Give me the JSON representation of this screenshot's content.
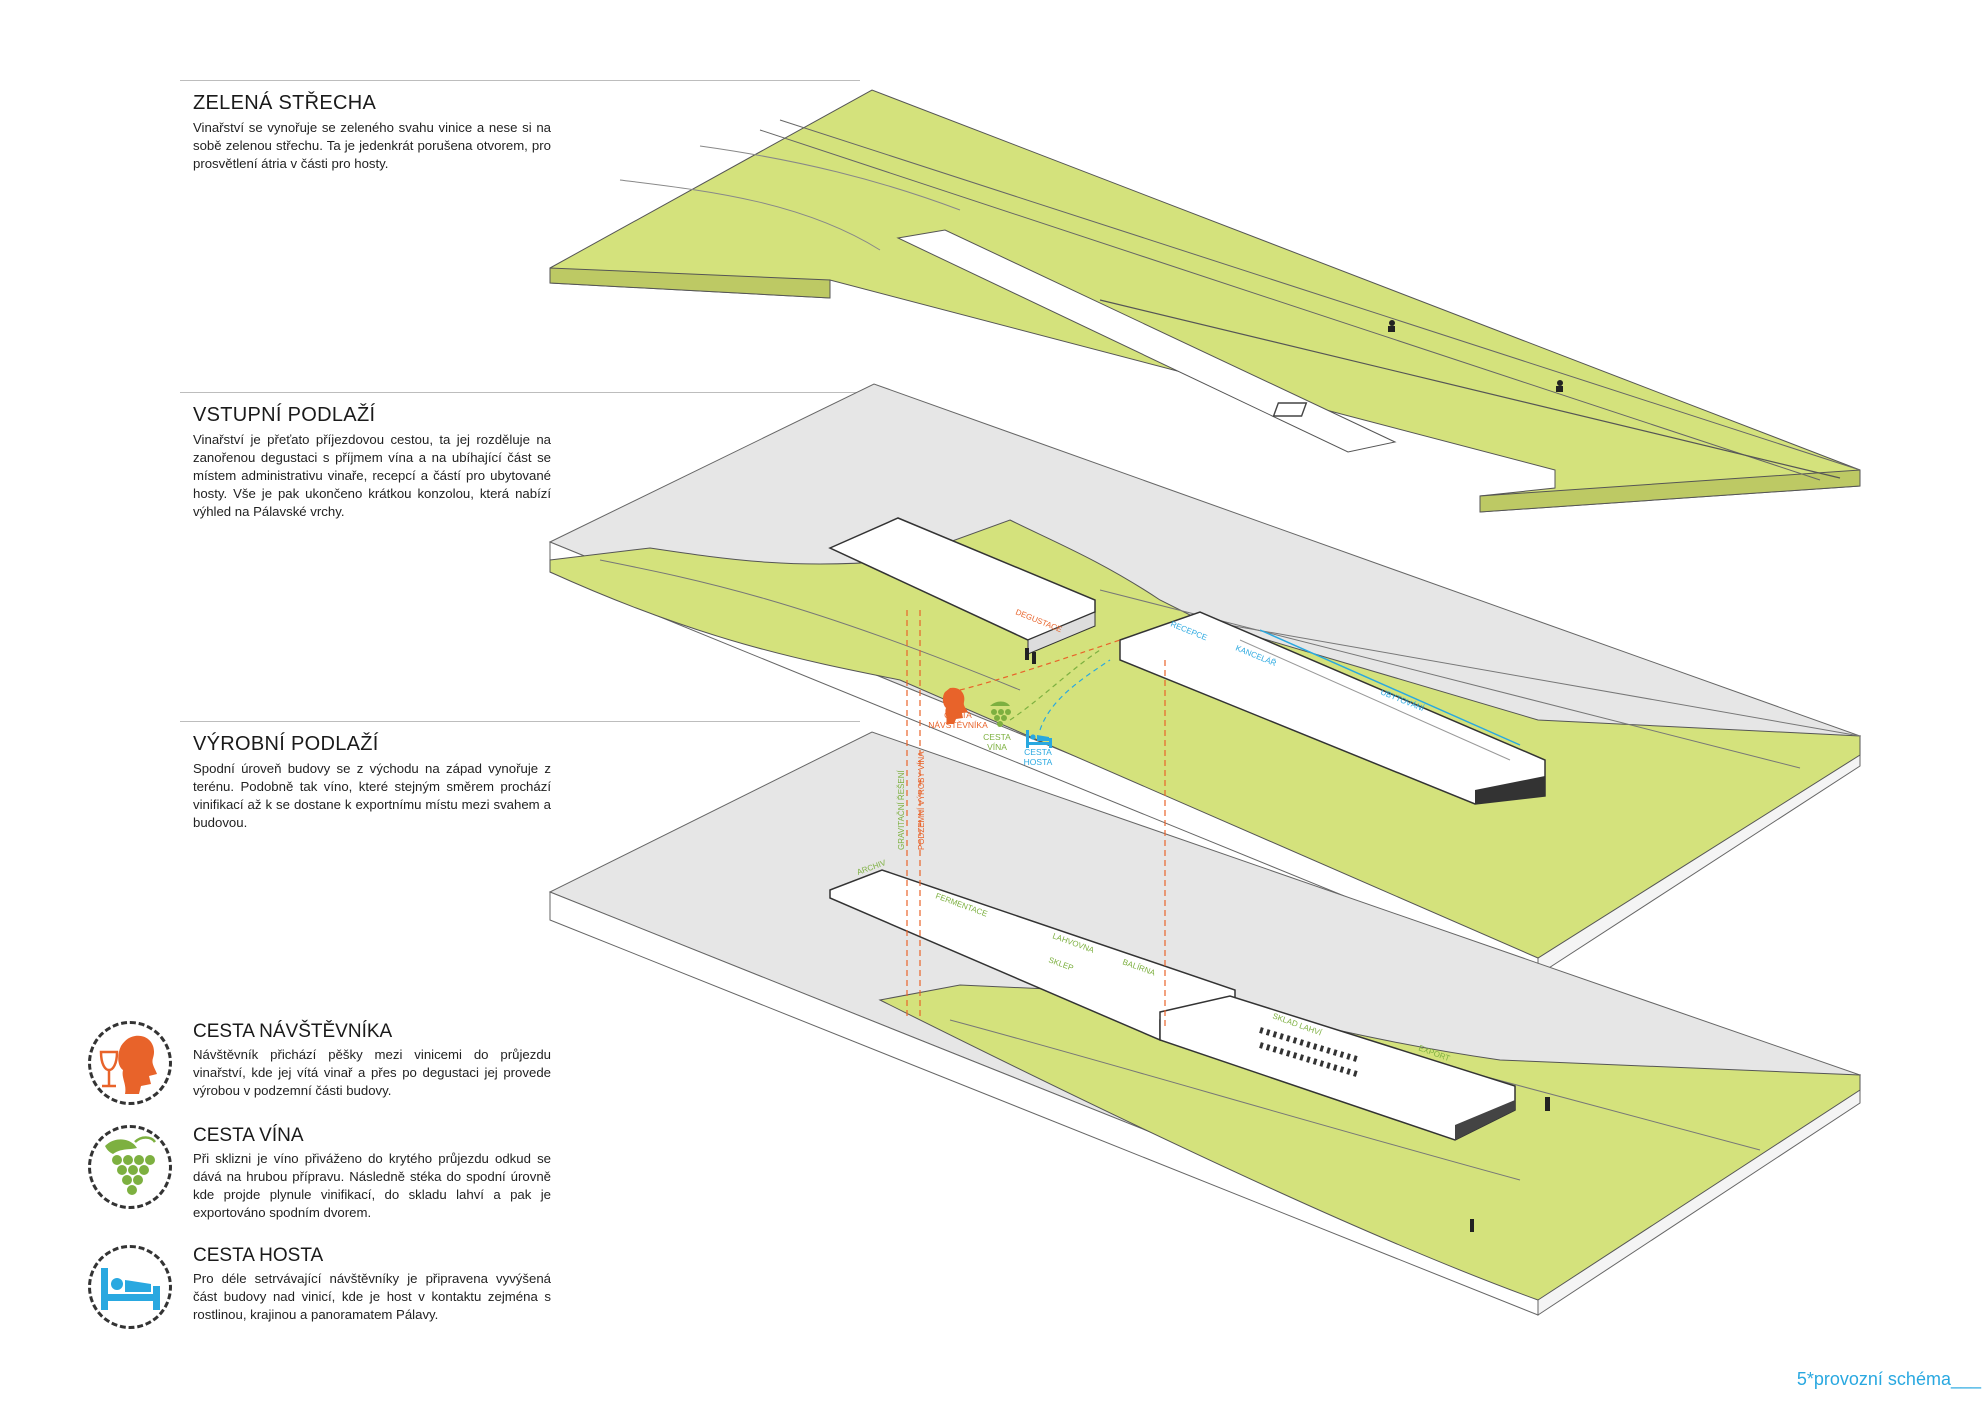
{
  "sections": {
    "roof": {
      "title": "ZELENÁ STŘECHA",
      "text": "Vinařství se vynořuje se zeleného svahu vinice a nese si na sobě zelenou střechu. Ta je jedenkrát porušena otvorem, pro prosvětlení átria v části pro hosty."
    },
    "entrance": {
      "title": "VSTUPNÍ PODLAŽÍ",
      "text": "Vinařství je přeťato příjezdovou cestou, ta jej rozděluje na zanořenou degustaci s příjmem vína a na ubíhající část se místem administrativu vinaře, recepcí a částí pro ubytované hosty. Vše je pak ukončeno krátkou konzolou, která nabízí výhled na Pálavské vrchy."
    },
    "production": {
      "title": "VÝROBNÍ PODLAŽÍ",
      "text": "Spodní úroveň budovy se z východu na západ vynořuje z terénu. Podobně tak víno, které stejným směrem prochází vinifikací až k se dostane k exportnímu místu mezi svahem a budovou."
    }
  },
  "legend": [
    {
      "title": "CESTA NÁVŠTĚVNÍKA",
      "text": "Návštěvník přichází pěšky mezi vinicemi do průjezdu vinařství, kde jej vítá vinař a přes po degustaci jej provede výrobou v podzemní části budovy.",
      "icon": "visitor-icon",
      "color": "#e8632a"
    },
    {
      "title": "CESTA VÍNA",
      "text": "Při sklizni je víno přiváženo do krytého průjezdu odkud se dává na hrubou přípravu. Následně stéka do spodní úrovně kde projde plynule vinifikací, do skladu lahví a pak je exportováno spodním dvorem.",
      "icon": "grapes-icon",
      "color": "#7db040"
    },
    {
      "title": "CESTA HOSTA",
      "text": "Pro déle setrvávající návštěvníky je připravena vyvýšená část budovy nad vinicí, kde je host v kontaktu zejména s rostlinou, krajinou a panoramatem Pálavy.",
      "icon": "bed-icon",
      "color": "#29a8e0"
    }
  ],
  "diagram_labels": {
    "visitor_path": "CESTA\nNÁVŠTĚVNÍKA",
    "wine_path": "CESTA\nVÍNA",
    "guest_path": "CESTA\nHOSTA",
    "gravity": "GRAVITAČNÍ ŘEŠENÍ",
    "underground": "PODZEMNÍ VÝROBY VÍNA",
    "degustace": "DEGUSTACE",
    "recepce": "RECEPCE",
    "kancelar": "KANCELÁŘ",
    "ubytovani": "UBYTOVÁNÍ",
    "archiv": "ARCHIV",
    "fermentace": "FERMENTACE",
    "lahvovna": "LAHVOVNA",
    "sklep": "SKLEP",
    "balirna": "BALÍRNA",
    "sklad_lahvi": "SKLAD LAHVÍ",
    "export": "EXPORT"
  },
  "colors": {
    "green_roof": "#d4e27c",
    "slab_grey": "#e6e6e6",
    "visitor": "#e8632a",
    "wine": "#7db040",
    "guest": "#29a8e0"
  },
  "footer": "5*provozní schéma___"
}
